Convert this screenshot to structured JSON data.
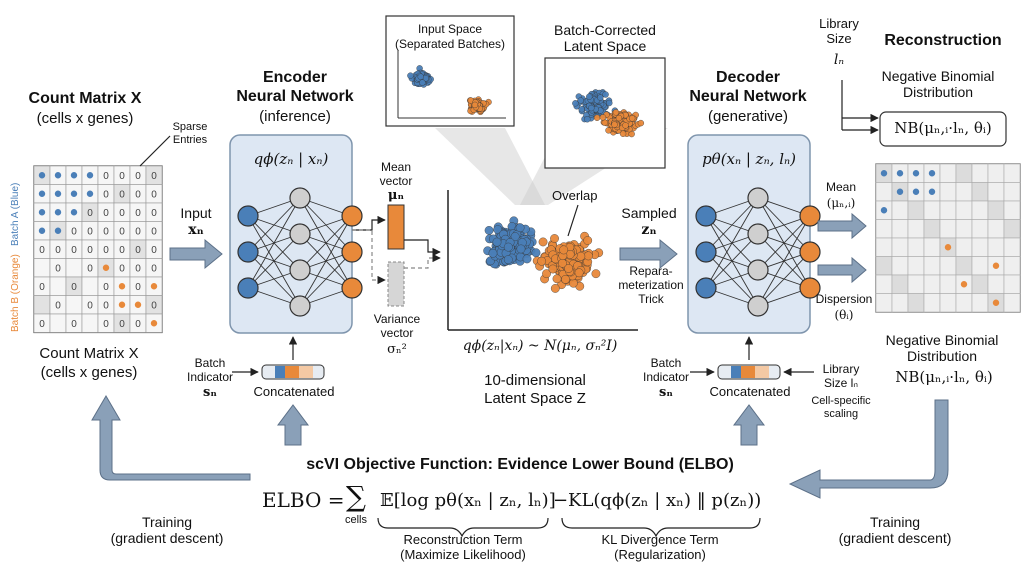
{
  "count_matrix": {
    "title": "Count Matrix X",
    "subtitle": "(cells x genes)",
    "bottom_title": "Count Matrix X",
    "bottom_subtitle": "(cells x genes)",
    "sparse_label": "Sparse\nEntries",
    "batch_a_label": "Batch A (Blue)",
    "batch_b_label": "Batch B (Orange)",
    "zero": "0"
  },
  "input_label": "Input",
  "input_var": "xₙ",
  "encoder": {
    "title": "Encoder\nNeural Network",
    "subtitle": "(inference)",
    "formula": "qϕ(zₙ | xₙ)"
  },
  "batch_indicator_left": {
    "label": "Batch\nIndicator",
    "var": "sₙ"
  },
  "concat_left": "Concatenated",
  "mean_vector": {
    "label": "Mean\nvector",
    "var": "μₙ"
  },
  "variance_vector": {
    "label": "Variance\nvector",
    "var": "σₙ²"
  },
  "input_space": {
    "title": "Input Space\n(Separated Batches)"
  },
  "batch_corrected": {
    "title": "Batch-Corrected\nLatent Space"
  },
  "overlap_label": "Overlap",
  "latent": {
    "formula": "qϕ(zₙ|xₙ) ~ N(μₙ, σₙ²I)",
    "label": "10-dimensional\nLatent Space Z"
  },
  "sampled": {
    "label": "Sampled",
    "var": "zₙ"
  },
  "reparam_label": "Repara-\nmeterization\nTrick",
  "decoder": {
    "title": "Decoder\nNeural Network",
    "subtitle": "(generative)",
    "formula": "pθ(xₙ | zₙ, lₙ)"
  },
  "batch_indicator_right": {
    "label": "Batch\nIndicator",
    "var": "sₙ"
  },
  "concat_right": "Concatenated",
  "library_size_right": {
    "label": "Library\nSize lₙ",
    "note": "Cell-specific\nscaling"
  },
  "library_size_top": {
    "label": "Library\nSize",
    "var": "lₙ"
  },
  "reconstruction": {
    "title": "Reconstruction",
    "nb_label_top": "Negative Binomial\nDistribution",
    "nb_formula_top": "NB(μₙ,ᵢ·lₙ, θᵢ)",
    "mean_label": "Mean",
    "mean_var": "(μₙ,ᵢ)",
    "dispersion_label": "Dispersion",
    "dispersion_var": "(θᵢ)",
    "nb_label_bottom": "Negative Binomial\nDistribution",
    "nb_formula_bottom": "NB(μₙ,ᵢ·lₙ, θᵢ)"
  },
  "elbo": {
    "title": "scVI Objective Function: Evidence Lower Bound (ELBO)",
    "lhs": "ELBO =",
    "sum": "∑",
    "sum_sub": "cells",
    "term1": "𝔼[log pθ(xₙ | zₙ, lₙ)]",
    "minus": "−",
    "term2": "KL(qϕ(zₙ | xₙ) ‖ p(zₙ))",
    "term1_label": "Reconstruction Term\n(Maximize Likelihood)",
    "term2_label": "KL Divergence Term\n(Regularization)"
  },
  "training_left": "Training\n(gradient descent)",
  "training_right": "Training\n(gradient descent)",
  "colors": {
    "blue": "#4a7fb8",
    "orange": "#e8893a",
    "panel": "#dde7f3",
    "arrow": "#8aa0b8",
    "gray_node": "#cfcfcf"
  }
}
